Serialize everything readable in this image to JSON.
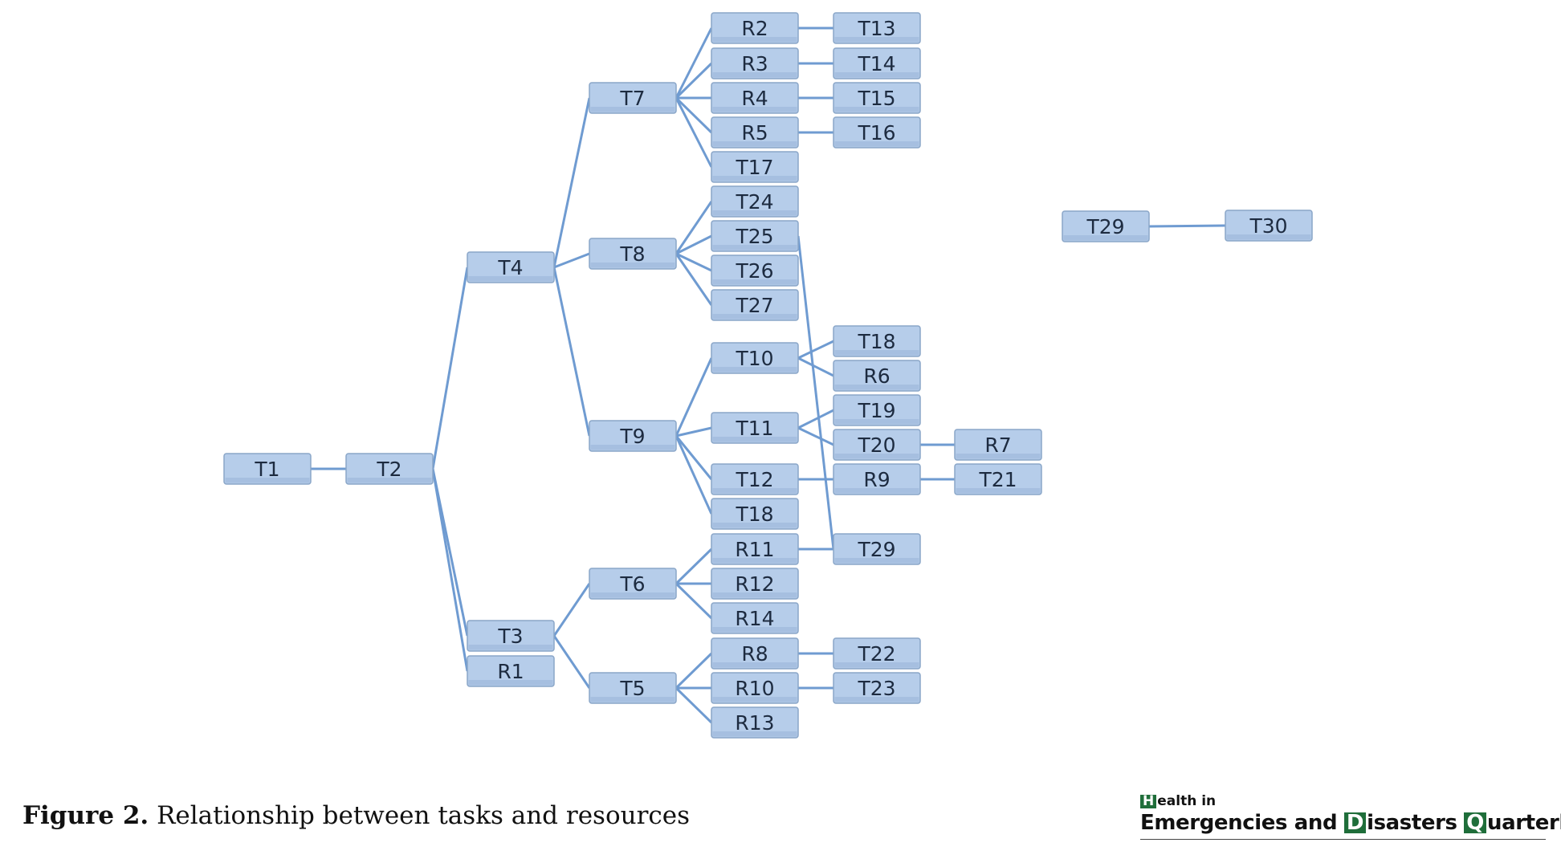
{
  "diagram": {
    "nodes": [
      "T1",
      "T2",
      "T4",
      "T3",
      "R1",
      "T7",
      "T8",
      "T9",
      "T6",
      "T5",
      "R2",
      "T13",
      "R3",
      "T14",
      "R4",
      "T15",
      "R5",
      "T16",
      "T17",
      "T24",
      "T25",
      "T26",
      "T27",
      "T29",
      "T30",
      "T10",
      "T18",
      "R6",
      "T11",
      "T19",
      "T20",
      "R7",
      "T12",
      "R9",
      "T21",
      "T18",
      "R11",
      "T29",
      "R12",
      "R14",
      "R8",
      "T22",
      "R10",
      "T23",
      "R13"
    ],
    "edges": [
      [
        "T1",
        "T2"
      ],
      [
        "T2",
        "T4"
      ],
      [
        "T2",
        "T3"
      ],
      [
        "T2",
        "R1"
      ],
      [
        "T4",
        "T7"
      ],
      [
        "T4",
        "T8"
      ],
      [
        "T4",
        "T9"
      ],
      [
        "T3",
        "T6"
      ],
      [
        "T3",
        "T5"
      ],
      [
        "T7",
        "R2"
      ],
      [
        "T7",
        "R3"
      ],
      [
        "T7",
        "R4"
      ],
      [
        "T7",
        "R5"
      ],
      [
        "T7",
        "T17"
      ],
      [
        "R2",
        "T13"
      ],
      [
        "R3",
        "T14"
      ],
      [
        "R4",
        "T15"
      ],
      [
        "R5",
        "T16"
      ],
      [
        "T8",
        "T24"
      ],
      [
        "T8",
        "T25"
      ],
      [
        "T8",
        "T26"
      ],
      [
        "T8",
        "T27"
      ],
      [
        "T25",
        "T29"
      ],
      [
        "T29",
        "T30"
      ],
      [
        "T9",
        "T10"
      ],
      [
        "T9",
        "T11"
      ],
      [
        "T9",
        "T12"
      ],
      [
        "T9",
        "T18"
      ],
      [
        "T10",
        "T18"
      ],
      [
        "T10",
        "R6"
      ],
      [
        "T11",
        "T19"
      ],
      [
        "T11",
        "T20"
      ],
      [
        "T20",
        "R7"
      ],
      [
        "T12",
        "R9"
      ],
      [
        "R9",
        "T21"
      ],
      [
        "T6",
        "R11"
      ],
      [
        "T6",
        "R12"
      ],
      [
        "T6",
        "R14"
      ],
      [
        "R11",
        "T29"
      ],
      [
        "T5",
        "R8"
      ],
      [
        "T5",
        "R10"
      ],
      [
        "T5",
        "R13"
      ],
      [
        "R8",
        "T22"
      ],
      [
        "R10",
        "T23"
      ]
    ]
  },
  "caption": {
    "label": "Figure 2.",
    "text": "Relationship between tasks and resources"
  },
  "logo": {
    "line1_first": "H",
    "line1_rest": "ealth in",
    "word_emergencies": "Emergencies and ",
    "d_letter": "D",
    "word_isasters": "isasters ",
    "q_letter": "Q",
    "word_uarterly": "uarterly"
  },
  "colors": {
    "node_fill": "#b6cdea",
    "node_border": "#8aa6c8",
    "connector": "#6f9bd1"
  }
}
